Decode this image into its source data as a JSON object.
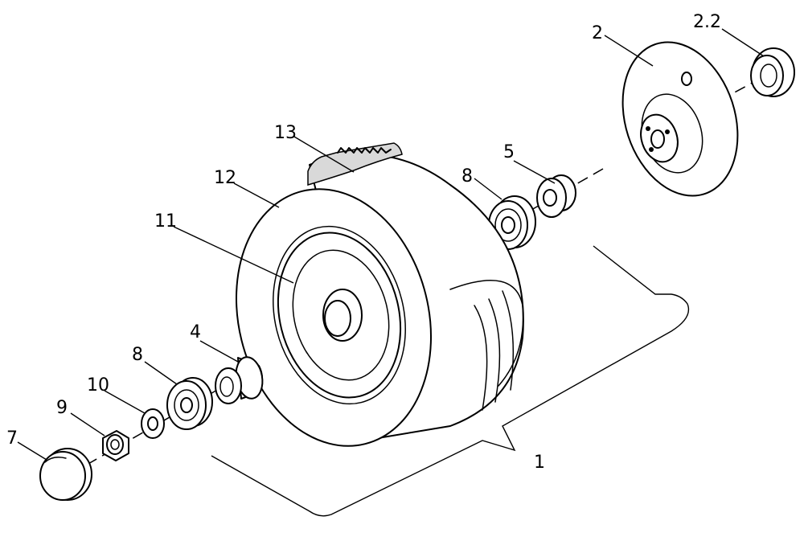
{
  "diagram": {
    "type": "exploded-view",
    "labels": {
      "assembly": "1",
      "hub_cap_disc": "2",
      "cap_small": "2.2",
      "bushing_sleeve": "4",
      "spacer": "5",
      "end_cap": "7",
      "bearing_right": "8",
      "bearing_left": "8",
      "nut": "9",
      "washer": "10",
      "rim": "11",
      "tyre": "12",
      "tread": "13"
    }
  }
}
